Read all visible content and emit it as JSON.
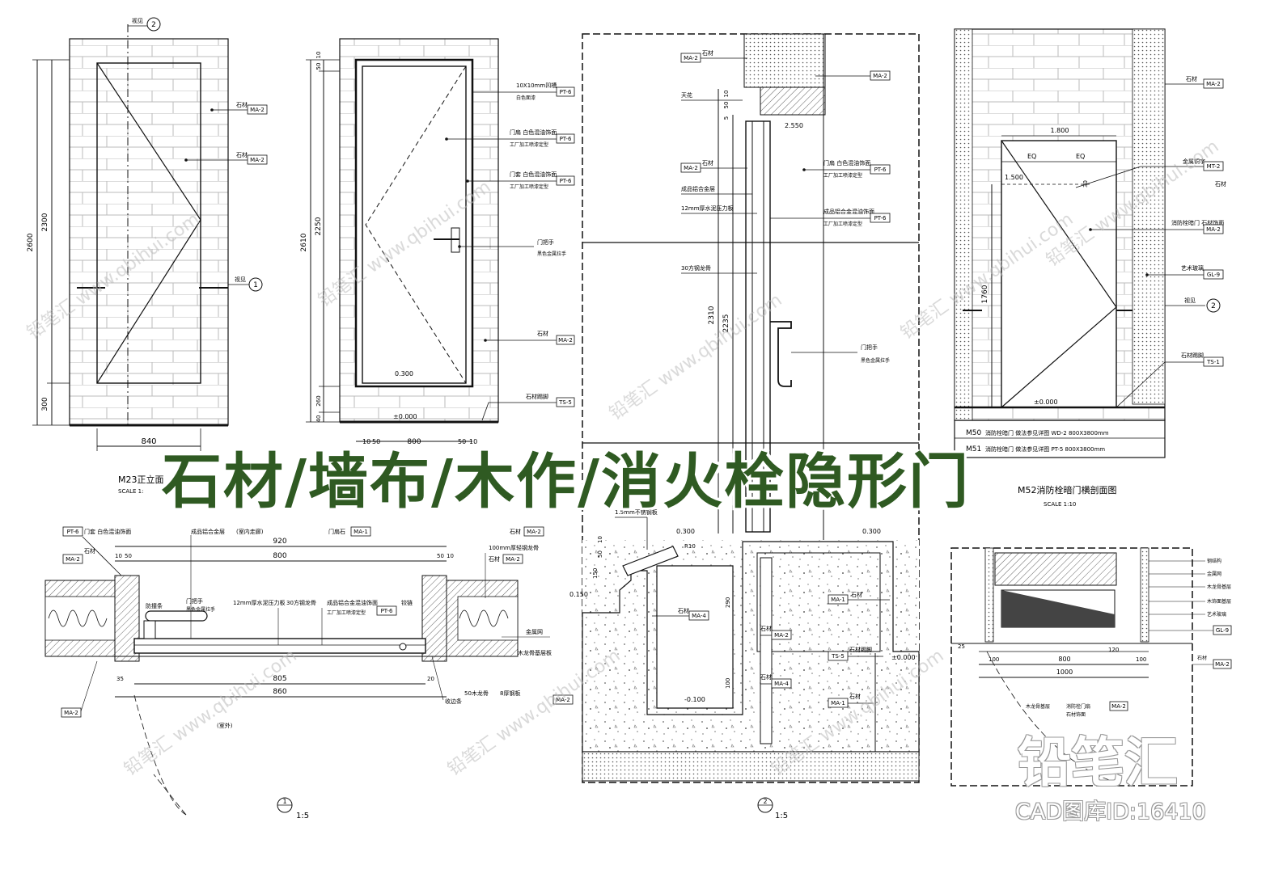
{
  "banner_title": "石材/墙布/木作/消火栓隐形门",
  "brand_text": "铅笔汇",
  "cad_id": "CAD图库ID:16410",
  "watermark": "铅笔汇 www.qbihui.com",
  "colors": {
    "banner": "#2f5a22",
    "line": "#111111",
    "tag_border": "#111111"
  },
  "elev_left": {
    "dims": {
      "total_h": "2600",
      "upper_h": "2300",
      "lower_h": "300",
      "width": "840"
    },
    "tags": [
      {
        "note": "石材",
        "code": "MA-2"
      },
      {
        "note": "石材",
        "code": "MA-2"
      }
    ],
    "section_marks": [
      {
        "label": "视见",
        "num": "2"
      },
      {
        "label": "视见",
        "num": "1"
      }
    ],
    "title": "M23正立面",
    "scale": "SCALE 1:"
  },
  "elev_mid": {
    "dims": {
      "total_h": "2610",
      "top_a": "10",
      "top_b": "50",
      "mid_h": "2250",
      "bot_a": "260",
      "bot_b": "40",
      "w_a": "10",
      "w_b": "50",
      "w_mid": "800",
      "w_c": "50",
      "w_d": "10"
    },
    "levels": {
      "l1": "0.300",
      "l0": "±0.000"
    },
    "tags": [
      {
        "note": "10X10mm凹槽",
        "note2": "白色面漆",
        "code": "PT-6"
      },
      {
        "note": "门扇 白色混油饰面",
        "note2": "工厂加工喷漆定型",
        "code": "PT-6"
      },
      {
        "note": "门套 白色混油饰面",
        "note2": "工厂加工喷漆定型",
        "code": "PT-6"
      },
      {
        "note": "门把手",
        "note2": "黑色金属拉手",
        "code": ""
      },
      {
        "note": "石材",
        "note2": "",
        "code": "MA-2"
      },
      {
        "note": "石材踢脚",
        "note2": "",
        "code": "TS-5"
      }
    ]
  },
  "section_center": {
    "tags_left": [
      {
        "note": "石材",
        "code": "MA-2"
      },
      {
        "note": "天花",
        "code": ""
      },
      {
        "note": "石材",
        "code": "MA-2"
      },
      {
        "note": "成品铝合金层",
        "code": ""
      },
      {
        "note": "12mm厚水泥压力板",
        "code": ""
      },
      {
        "note": "30方钢龙骨",
        "code": ""
      }
    ],
    "tags_right": [
      {
        "note": "",
        "code": "MA-2"
      },
      {
        "note": "门扇 白色混油饰面",
        "note2": "工厂加工喷漆定型",
        "code": "PT-6"
      },
      {
        "note": "成品铝合金混油饰面",
        "note2": "工厂加工喷漆定型",
        "code": "PT-6"
      },
      {
        "note": "门把手",
        "note2": "黑色金属拉手",
        "code": ""
      }
    ],
    "dims": {
      "d10": "10",
      "d50": "50",
      "d5": "5",
      "h2310": "2310",
      "h2235": "2235",
      "level": "2.550"
    },
    "lower": {
      "tags": [
        {
          "note": "1.5mm不锈钢板",
          "code": ""
        },
        {
          "note": "石材",
          "code": "MA-4"
        },
        {
          "note": "石材",
          "code": "MA-1"
        },
        {
          "note": "石材",
          "code": "MA-2"
        },
        {
          "note": "石材踢脚",
          "code": "TS-5"
        },
        {
          "note": "石材",
          "code": "MA-4"
        },
        {
          "note": "石材",
          "code": "MA-1"
        }
      ],
      "levels": {
        "a": "0.300",
        "b": "0.300",
        "c": "0.150",
        "d": "±0.000",
        "e": "-0.100"
      },
      "dims": {
        "r": "R10",
        "d10": "10",
        "d50": "50",
        "d150": "150",
        "d290": "290",
        "d100": "100"
      }
    },
    "mark": {
      "num": "2",
      "scale": "1:5"
    }
  },
  "elev_right": {
    "dims": {
      "top": "1.800",
      "eq_a": "EQ",
      "eq_b": "EQ",
      "side": "1.500",
      "d30": "30",
      "h1760": "1760",
      "level": "±0.000"
    },
    "tags": [
      {
        "note": "石材",
        "code": "MA-2"
      },
      {
        "note": "金属铜字",
        "code": "MT-2"
      },
      {
        "note": "石材",
        "code": ""
      },
      {
        "note": "消防栓暗门 石材饰面",
        "code": "MA-2"
      },
      {
        "note": "艺术玻璃",
        "code": "GL-9"
      },
      {
        "note": "视见",
        "code": "2"
      },
      {
        "note": "石材踢脚",
        "code": "TS-1"
      }
    ],
    "schedule": [
      {
        "code": "M50",
        "text": "消防栓暗门  做法参见详图  WD-2 800X3800mm"
      },
      {
        "code": "M51",
        "text": "消防栓暗门  做法参见详图  PT-5 800X3800mm"
      }
    ],
    "title": "M52消防栓暗门横剖面图",
    "scale": "SCALE 1:10"
  },
  "plan_left": {
    "tags_top": [
      {
        "note": "门套 白色混油饰面",
        "code": "PT-6"
      },
      {
        "note": "石材",
        "code": "MA-2"
      },
      {
        "note": "成品铝合金层",
        "code": ""
      },
      {
        "note": "(室内走廊)",
        "code": ""
      },
      {
        "note": "门扇石",
        "code": "MA-1"
      },
      {
        "note": "石材",
        "code": "MA-2"
      },
      {
        "note": "100mm厚轻钢龙骨",
        "code": ""
      },
      {
        "note": "石材",
        "code": "MA-2"
      }
    ],
    "tags_mid": [
      {
        "note": "防撞条",
        "code": ""
      },
      {
        "note": "门把手",
        "note2": "黑色金属拉手",
        "code": ""
      },
      {
        "note": "12mm厚水泥压力板",
        "code": ""
      },
      {
        "note": "30方钢龙骨",
        "code": ""
      },
      {
        "note": "成品铝合金混油饰面",
        "note2": "工厂加工喷漆定型",
        "code": "PT-6"
      },
      {
        "note": "铰链",
        "code": ""
      },
      {
        "note": "金属网",
        "code": ""
      },
      {
        "note": "木龙骨基层板",
        "code": ""
      }
    ],
    "dims": {
      "w920": "920",
      "w800": "800",
      "d10": "10",
      "d50": "50",
      "d50b": "50",
      "d10b": "10",
      "w805": "805",
      "w860": "860",
      "d35": "35",
      "d20": "20"
    },
    "tags_bottom": [
      {
        "note": "",
        "code": "MA-2"
      },
      {
        "note": "收边条",
        "code": ""
      },
      {
        "note": "50木龙骨",
        "code": ""
      },
      {
        "note": "8厚钢板",
        "code": ""
      },
      {
        "note": "",
        "code": "MA-2"
      }
    ],
    "room_note": "(室外)",
    "mark": {
      "num": "1",
      "scale": "1:5"
    }
  },
  "plan_right": {
    "tags": [
      {
        "note": "钢结构",
        "code": ""
      },
      {
        "note": "金属网",
        "code": ""
      },
      {
        "note": "木龙骨基层",
        "code": ""
      },
      {
        "note": "木饰面基层",
        "code": ""
      },
      {
        "note": "艺术玻璃",
        "code": ""
      },
      {
        "note": "",
        "code": "GL-9"
      },
      {
        "note": "石材",
        "code": "MA-2"
      }
    ],
    "dims": {
      "d25": "25",
      "d100": "100",
      "d800": "800",
      "d100b": "100",
      "d1000": "1000",
      "d120": "120"
    },
    "bottom_tags": [
      {
        "note": "木龙骨基层",
        "code": ""
      },
      {
        "note": "消防栓门扇",
        "code": ""
      },
      {
        "note": "石材饰面",
        "code": "MA-2"
      }
    ]
  }
}
